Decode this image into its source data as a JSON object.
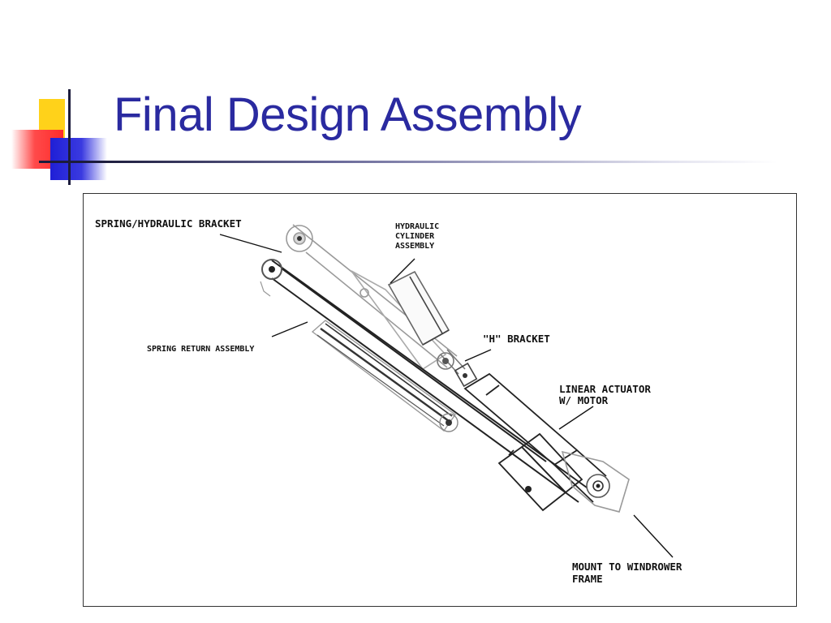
{
  "slide": {
    "title": "Final Design Assembly"
  },
  "diagram": {
    "labels": {
      "spring_hydraulic_bracket": "SPRING/HYDRAULIC BRACKET",
      "hydraulic_line1": "HYDRAULIC",
      "hydraulic_line2": "CYLINDER",
      "hydraulic_line3": "ASSEMBLY",
      "spring_return": "SPRING RETURN ASSEMBLY",
      "h_bracket": "\"H\" BRACKET",
      "linear_line1": "LINEAR ACTUATOR",
      "linear_line2": "W/ MOTOR",
      "mount_line1": "MOUNT TO WINDROWER",
      "mount_line2": "FRAME"
    }
  },
  "colors": {
    "title": "#2a2aa0",
    "accent_yellow": "#ffd21a",
    "accent_red": "#ff2b2b",
    "accent_blue": "#1f1fd6"
  }
}
